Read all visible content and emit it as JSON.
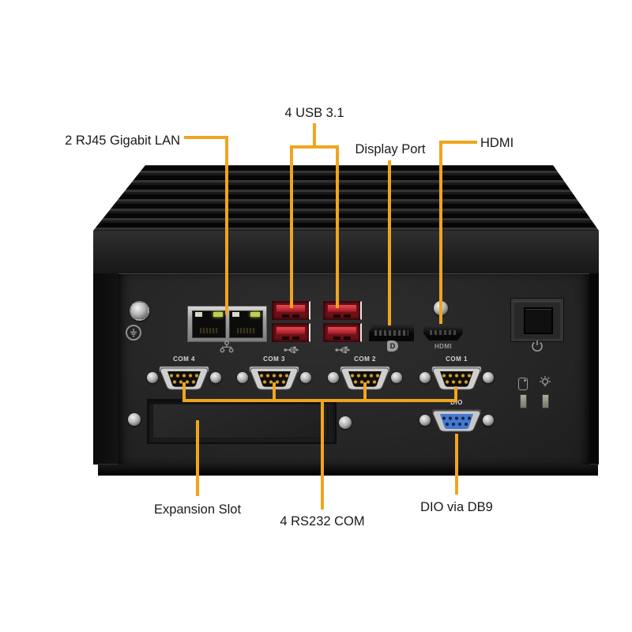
{
  "callouts": {
    "lan": "2 RJ45 Gigabit LAN",
    "usb": "4 USB 3.1",
    "display_port": "Display Port",
    "hdmi": "HDMI",
    "expansion": "Expansion Slot",
    "rs232": "4 RS232 COM",
    "dio": "DIO via DB9"
  },
  "silkscreen": {
    "com4": "COM 4",
    "com3": "COM 3",
    "com2": "COM 2",
    "com1": "COM 1",
    "dio": "DIO",
    "hdmi": "HDMI"
  },
  "icons": {
    "displayport_glyph": "D"
  },
  "colors": {
    "background": "#ffffff",
    "callout_line": "#F0A51E",
    "label_text": "#1a1a1a",
    "chassis": "#232323",
    "usb_red": "#C22B35",
    "usb_red_dark": "#6E1018",
    "dio_blue": "#4478D2",
    "lan_led_green": "#C2CE52",
    "dsub_pin_gold": "#C9A03E",
    "silkscreen_gray": "#9A9A9A"
  }
}
